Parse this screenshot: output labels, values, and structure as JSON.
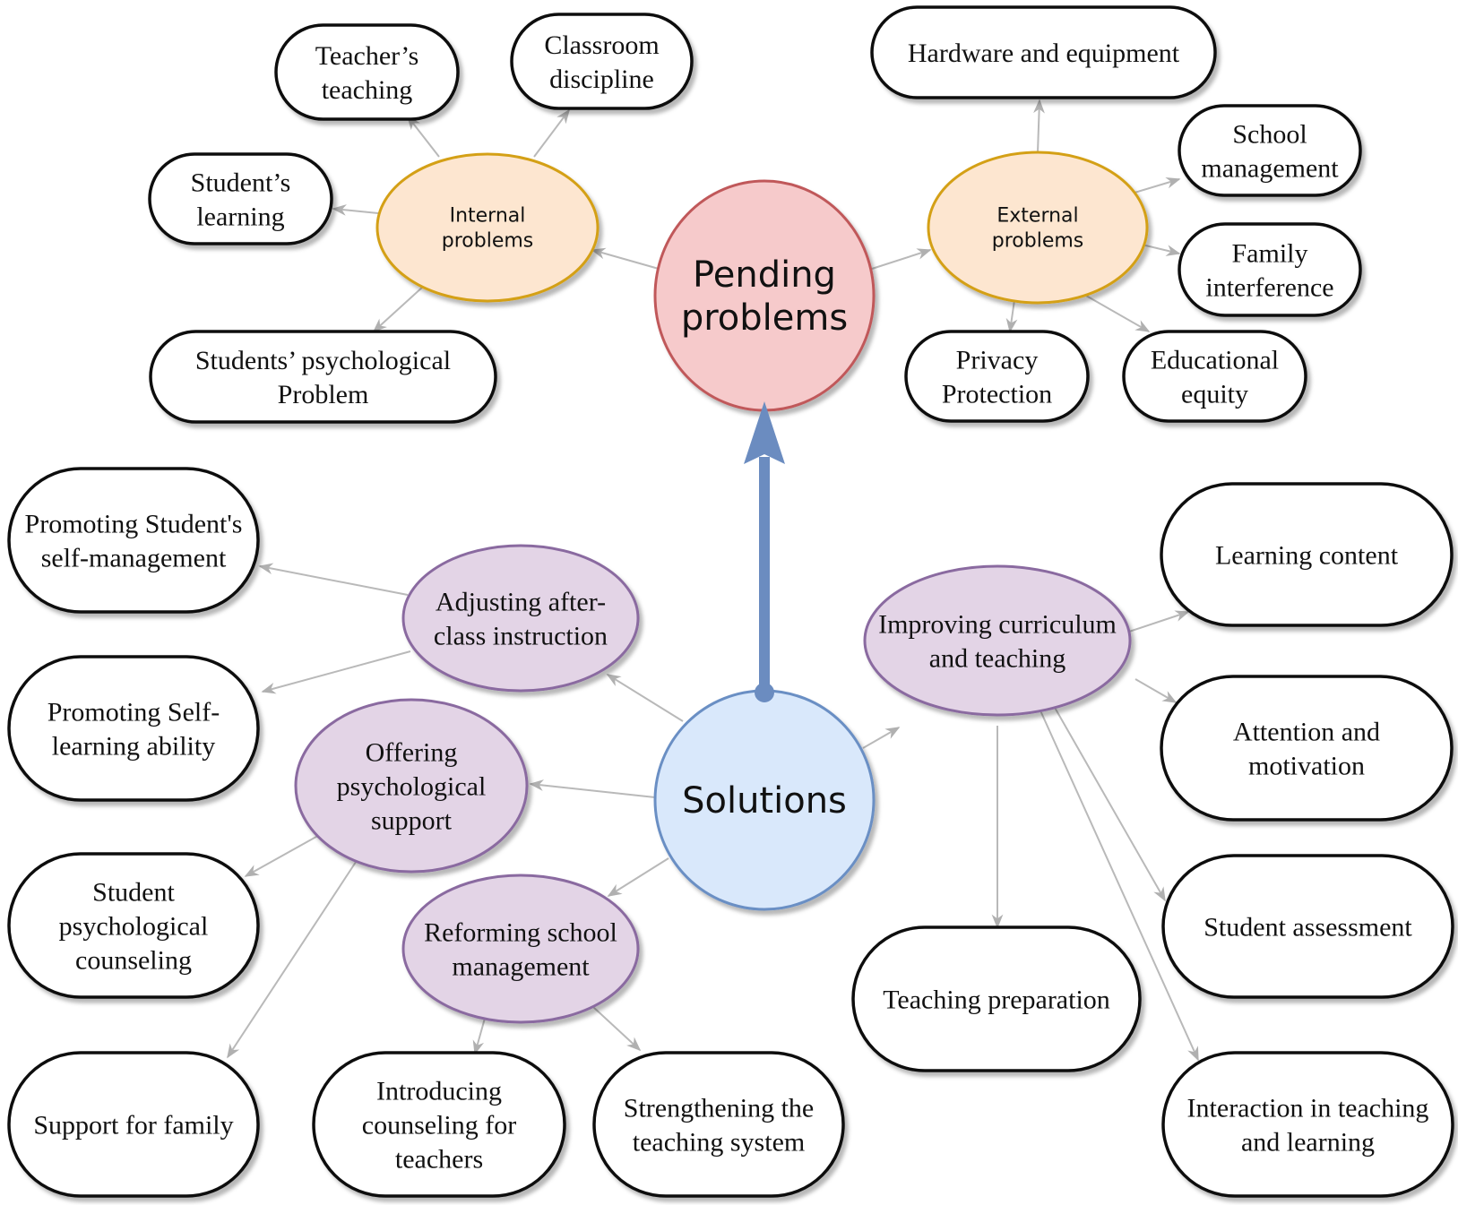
{
  "diagram": {
    "title": "Pending problems and solutions mind map",
    "colors": {
      "problems_root": "#f6cacb",
      "solutions_root": "#d9e8fb",
      "problem_category": "#fde6d0",
      "solution_category": "#e3d4e6",
      "edge": "#b9b9b9",
      "main_arrow": "#6b8cc0"
    },
    "roots": {
      "problems": {
        "lines": [
          "Pending",
          "problems"
        ]
      },
      "solutions": {
        "lines": [
          "Solutions"
        ]
      }
    },
    "main_link": {
      "from": "solutions",
      "to": "problems"
    },
    "problem_categories": [
      {
        "id": "internal",
        "lines": [
          "Internal",
          "problems"
        ],
        "children": [
          {
            "lines": [
              "Teacher’s",
              "teaching"
            ]
          },
          {
            "lines": [
              "Classroom",
              "discipline"
            ]
          },
          {
            "lines": [
              "Student’s",
              "learning"
            ]
          },
          {
            "lines": [
              "Students’ psychological",
              "Problem"
            ]
          }
        ]
      },
      {
        "id": "external",
        "lines": [
          "External",
          "problems"
        ],
        "children": [
          {
            "lines": [
              "Hardware and equipment"
            ]
          },
          {
            "lines": [
              "School",
              "management"
            ]
          },
          {
            "lines": [
              "Family",
              "interference"
            ]
          },
          {
            "lines": [
              "Privacy",
              "Protection"
            ]
          },
          {
            "lines": [
              "Educational",
              "equity"
            ]
          }
        ]
      }
    ],
    "solution_categories": [
      {
        "id": "after-class",
        "lines": [
          "Adjusting after-",
          "class instruction"
        ],
        "children": [
          {
            "lines": [
              "Promoting Student's",
              "self-management"
            ]
          },
          {
            "lines": [
              "Promoting Self-",
              "learning ability"
            ]
          }
        ]
      },
      {
        "id": "psychological",
        "lines": [
          "Offering",
          "psychological",
          "support"
        ],
        "children": [
          {
            "lines": [
              "Student",
              "psychological",
              "counseling"
            ]
          },
          {
            "lines": [
              "Support for family"
            ]
          }
        ]
      },
      {
        "id": "school-management",
        "lines": [
          "Reforming school",
          "management"
        ],
        "children": [
          {
            "lines": [
              "Introducing",
              "counseling for",
              "teachers"
            ]
          },
          {
            "lines": [
              "Strengthening the",
              "teaching system"
            ]
          }
        ]
      },
      {
        "id": "curriculum",
        "lines": [
          "Improving curriculum",
          "and teaching"
        ],
        "children": [
          {
            "lines": [
              "Learning content"
            ]
          },
          {
            "lines": [
              "Attention and",
              "motivation"
            ]
          },
          {
            "lines": [
              "Student assessment"
            ]
          },
          {
            "lines": [
              "Teaching preparation"
            ]
          },
          {
            "lines": [
              "Interaction in teaching",
              "and learning"
            ]
          }
        ]
      }
    ]
  }
}
